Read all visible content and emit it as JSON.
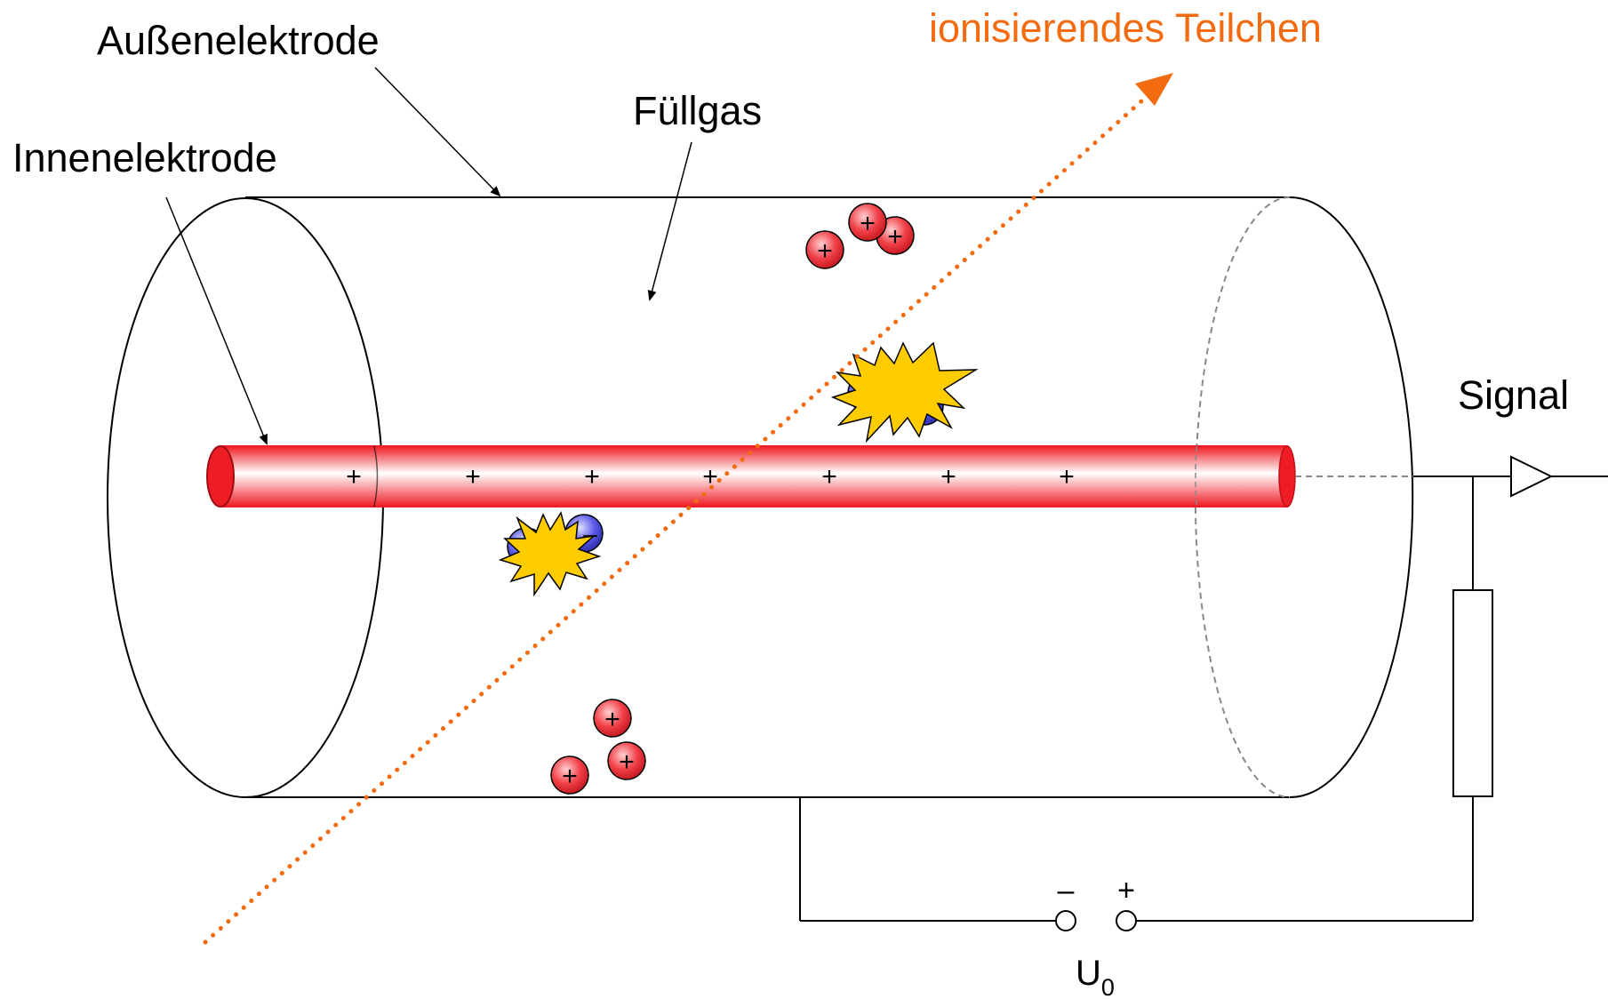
{
  "labels": {
    "outer_electrode": "Außenelektrode",
    "inner_electrode": "Innenelektrode",
    "fill_gas": "Füllgas",
    "ionizing_particle": "ionisierendes Teilchen",
    "signal": "Signal",
    "voltage_symbol": "U",
    "voltage_subscript": "0",
    "terminal_minus": "–",
    "terminal_plus": "+"
  },
  "rod_charges": [
    "+",
    "+",
    "+",
    "+",
    "+",
    "+",
    "+"
  ],
  "ion_symbol": "+",
  "electron_symbol": "–",
  "colors": {
    "particle_track": "#f26b11",
    "rod": "#ee1c24",
    "ion": "#e31b23",
    "electron": "#3b3bd6",
    "burst": "#ffcc00",
    "line": "#000000"
  }
}
